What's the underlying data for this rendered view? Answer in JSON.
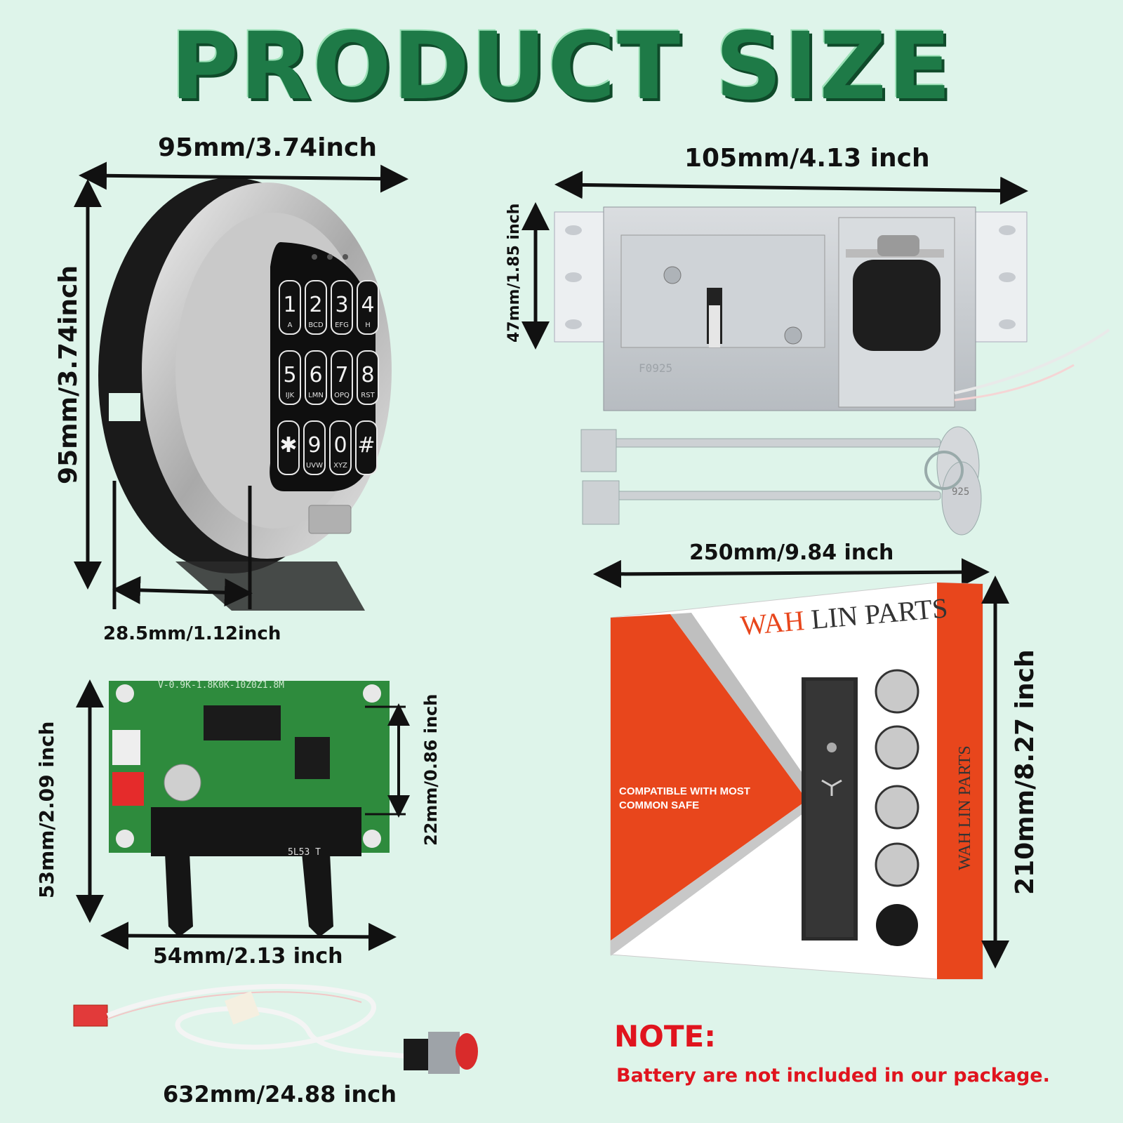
{
  "title": "PRODUCT SIZE",
  "keypad": {
    "width_label": "95mm/3.74inch",
    "height_label": "95mm/3.74inch",
    "depth_label": "28.5mm/1.12inch",
    "keys": [
      {
        "digit": "1",
        "letters": "A"
      },
      {
        "digit": "2",
        "letters": "BCD"
      },
      {
        "digit": "3",
        "letters": "EFG"
      },
      {
        "digit": "4",
        "letters": "H"
      },
      {
        "digit": "5",
        "letters": "IJK"
      },
      {
        "digit": "6",
        "letters": "LMN"
      },
      {
        "digit": "7",
        "letters": "OPQ"
      },
      {
        "digit": "8",
        "letters": "RST"
      },
      {
        "digit": "✱",
        "letters": ""
      },
      {
        "digit": "9",
        "letters": "UVW"
      },
      {
        "digit": "0",
        "letters": "XYZ"
      },
      {
        "digit": "#",
        "letters": ""
      }
    ]
  },
  "lock": {
    "width_label": "105mm/4.13 inch",
    "height_label": "47mm/1.85 inch",
    "stamp": "F0925"
  },
  "keys": {
    "length_label": "250mm/9.84 inch",
    "stamp": "925"
  },
  "box": {
    "height_label": "210mm/8.27 inch",
    "brand_accent": "WAH",
    "brand_rest": " LIN PARTS",
    "side_brand": "WAH LIN PARTS",
    "tagline_line1": "COMPATIBLE WITH MOST",
    "tagline_line2": "COMMON SAFE"
  },
  "board": {
    "height_label": "53mm/2.09 inch",
    "inner_label": "22mm/0.86 inch",
    "width_label": "54mm/2.13 inch",
    "silk_top": "V-0.9K-1.8K0K-10Z0Z1.8M",
    "silk_bottom": "5L53 T"
  },
  "cable": {
    "length_label": "632mm/24.88 inch"
  },
  "note": {
    "title": "NOTE:",
    "text": "Battery are  not included in our package."
  },
  "colors": {
    "background": "#def4ea",
    "title_green": "#1e7a47",
    "note_red": "#e0141e",
    "box_orange": "#e8461c"
  }
}
